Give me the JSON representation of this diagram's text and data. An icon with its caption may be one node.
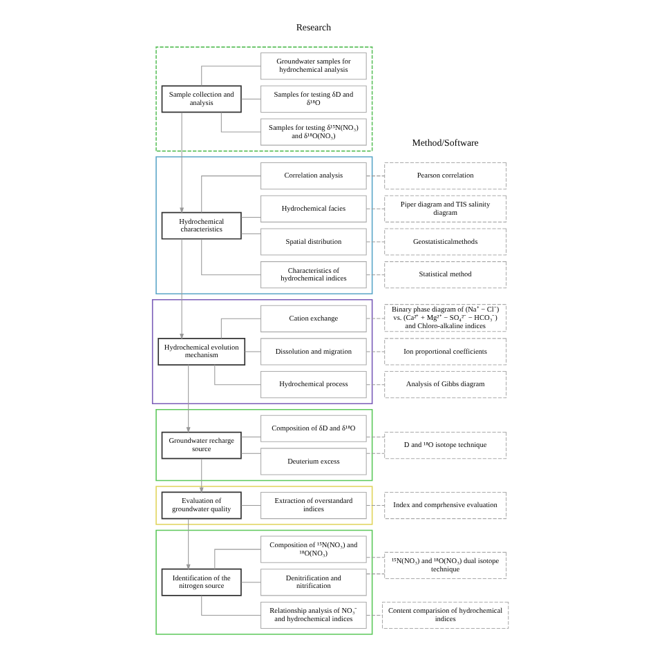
{
  "diagram": {
    "nodes": [
      {
        "text": [],
        "shape": "box"
      },
      {
        "text": [
          "Sample collection and analysis"
        ],
        "in": 0
      },
      {
        "text": [
          "Groundwater samples for hydrochemical analysis"
        ],
        "in": 0
      },
      {
        "text": [
          "Samples for testing δD and δ¹⁸O"
        ],
        "in": 0
      },
      {
        "text": [
          "Samples for testing δ¹⁵N(NO₃) and δ¹⁸O(NO₃)"
        ],
        "in": 0
      },
      {
        "text": [],
        "shape": "box"
      },
      {
        "text": [
          "Hydrochemical characteristics"
        ],
        "in": 5
      },
      {
        "text": [
          "Characteristics of hydrochemical indices"
        ],
        "in": 5
      },
      {
        "text": [
          "Spatial distribution"
        ],
        "in": 5
      },
      {
        "text": [
          "Hydrochemical facies"
        ],
        "in": 5
      },
      {
        "text": [
          "Correlation analysis"
        ],
        "in": 5
      },
      {
        "text": [
          "Statistical method"
        ]
      },
      {
        "text": [
          "Geostatisticalmethods"
        ]
      },
      {
        "text": [
          "Piper diagram and TIS salinity diagram"
        ]
      },
      {
        "text": [
          "Pearson correlation"
        ]
      },
      {
        "text": [],
        "shape": "box"
      },
      {
        "text": [
          "Hydrochemical evolution mechanism"
        ],
        "in": 15
      },
      {
        "text": [
          "Hydrochemical process"
        ],
        "in": 15
      },
      {
        "text": [
          "Dissolution and migration"
        ],
        "in": 15
      },
      {
        "text": [
          "Cation exchange"
        ],
        "in": 15
      },
      {
        "text": [
          "Analysis of Gibbs diagram"
        ]
      },
      {
        "text": [
          "Ion proportional coefficients"
        ]
      },
      {
        "text": [
          "Binary phase diagram of (Na⁺ − Cl⁻) vs. (Ca²⁺ + Mg²⁺ − SO₄²⁻ − HCO₃⁻) and Chloro-alkaline indices"
        ]
      },
      {
        "text": [],
        "shape": "box"
      },
      {
        "text": [
          "Groundwater recharge source"
        ],
        "in": 23
      },
      {
        "text": [
          "Composition of δD and δ¹⁸O"
        ],
        "in": 23
      },
      {
        "text": [
          "Deuterium excess"
        ],
        "in": 23
      },
      {
        "text": [
          "D and ¹⁸O isotope technique"
        ]
      },
      {
        "text": [],
        "shape": "box"
      },
      {
        "text": [
          "Evaluation of groundwater quality"
        ],
        "in": 28
      },
      {
        "text": [
          "Extraction of overstandard indices"
        ],
        "in": 28
      },
      {
        "text": [
          "Index and comprhensive evaluation"
        ]
      },
      {
        "text": [],
        "shape": "box"
      },
      {
        "text": [
          "Identification of the nitrogen source"
        ],
        "in": 32
      },
      {
        "text": [
          "Relationship analysis of NO₃⁻ and hydrochemical indices"
        ],
        "in": 32
      },
      {
        "text": [
          "Denitrification and nitrification"
        ],
        "in": 32
      },
      {
        "text": [
          "Composition of ¹⁵N(NO₃) and ¹⁸O(NO₃)"
        ],
        "in": 32
      },
      {
        "text": [
          "Content comparision of hydrochemical indices"
        ]
      },
      {
        "text": [
          "¹⁵N(NO₃) and ¹⁸O(NO₃) dual isotope technique"
        ]
      }
    ],
    "edges": [
      {
        "from": 1,
        "to": 2,
        "arrow": "none"
      },
      {
        "from": 1,
        "to": 3,
        "arrow": "none"
      },
      {
        "from": 1,
        "to": 4,
        "arrow": "none"
      },
      {
        "from": 1,
        "to": 6,
        "arrow": "to"
      },
      {
        "from": 6,
        "to": 7,
        "arrow": "none"
      },
      {
        "from": 6,
        "to": 8,
        "arrow": "none"
      },
      {
        "from": 6,
        "to": 9,
        "arrow": "none"
      },
      {
        "from": 6,
        "to": 10,
        "arrow": "none"
      },
      {
        "from": 7,
        "to": 11,
        "arrow": "none",
        "style": "dashed"
      },
      {
        "from": 8,
        "to": 12,
        "arrow": "none",
        "style": "dashed"
      },
      {
        "from": 9,
        "to": 13,
        "arrow": "none",
        "style": "dashed"
      },
      {
        "from": 10,
        "to": 14,
        "arrow": "none",
        "style": "dashed"
      },
      {
        "from": 6,
        "to": 16,
        "arrow": "to"
      },
      {
        "from": 16,
        "to": 17,
        "arrow": "none"
      },
      {
        "from": 16,
        "to": 18,
        "arrow": "none"
      },
      {
        "from": 16,
        "to": 19,
        "arrow": "none"
      },
      {
        "from": 17,
        "to": 20,
        "arrow": "none",
        "style": "dashed"
      },
      {
        "from": 18,
        "to": 21,
        "arrow": "none",
        "style": "dashed"
      },
      {
        "from": 19,
        "to": 22,
        "arrow": "none",
        "style": "dashed"
      },
      {
        "from": 16,
        "to": 24,
        "arrow": "to"
      },
      {
        "from": 24,
        "to": 25,
        "arrow": "none"
      },
      {
        "from": 24,
        "to": 26,
        "arrow": "none"
      },
      {
        "from": 25,
        "to": 27,
        "arrow": "none",
        "style": "dashed"
      },
      {
        "from": 26,
        "to": 27,
        "arrow": "none",
        "style": "dashed"
      },
      {
        "from": 24,
        "to": 29,
        "arrow": "to"
      },
      {
        "from": 29,
        "to": 30,
        "arrow": "none"
      },
      {
        "from": 30,
        "to": 31,
        "arrow": "none",
        "style": "dashed"
      },
      {
        "from": 29,
        "to": 33,
        "arrow": "to"
      },
      {
        "from": 33,
        "to": 34,
        "arrow": "none"
      },
      {
        "from": 33,
        "to": 35,
        "arrow": "none"
      },
      {
        "from": 33,
        "to": 36,
        "arrow": "none"
      },
      {
        "from": 34,
        "to": 37,
        "arrow": "none",
        "style": "dashed"
      },
      {
        "from": 35,
        "to": 38,
        "arrow": "none",
        "style": "dashed"
      },
      {
        "from": 36,
        "to": 38,
        "arrow": "none",
        "style": "dashed"
      }
    ],
    "labels": [
      "Research",
      "Method/Software"
    ]
  }
}
